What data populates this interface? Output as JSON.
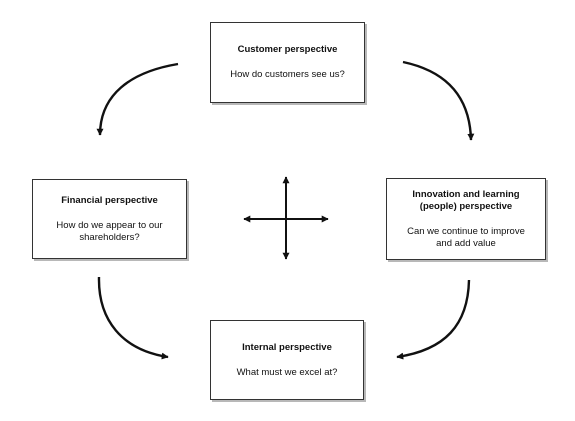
{
  "diagram": {
    "boxes": {
      "customer": {
        "title": "Customer perspective",
        "question": "How do customers see us?"
      },
      "financial": {
        "title": "Financial perspective",
        "question_line1": "How do we appear to our",
        "question_line2": "shareholders?"
      },
      "innovation": {
        "title_line1": "Innovation and learning",
        "title_line2": "(people) perspective",
        "question_line1": "Can we continue to improve",
        "question_line2": "and add value"
      },
      "internal": {
        "title": "Internal perspective",
        "question": "What must we excel at?"
      }
    },
    "colors": {
      "stroke": "#111111",
      "box_border": "#333333",
      "box_shadow": "#b8b8b8"
    }
  }
}
